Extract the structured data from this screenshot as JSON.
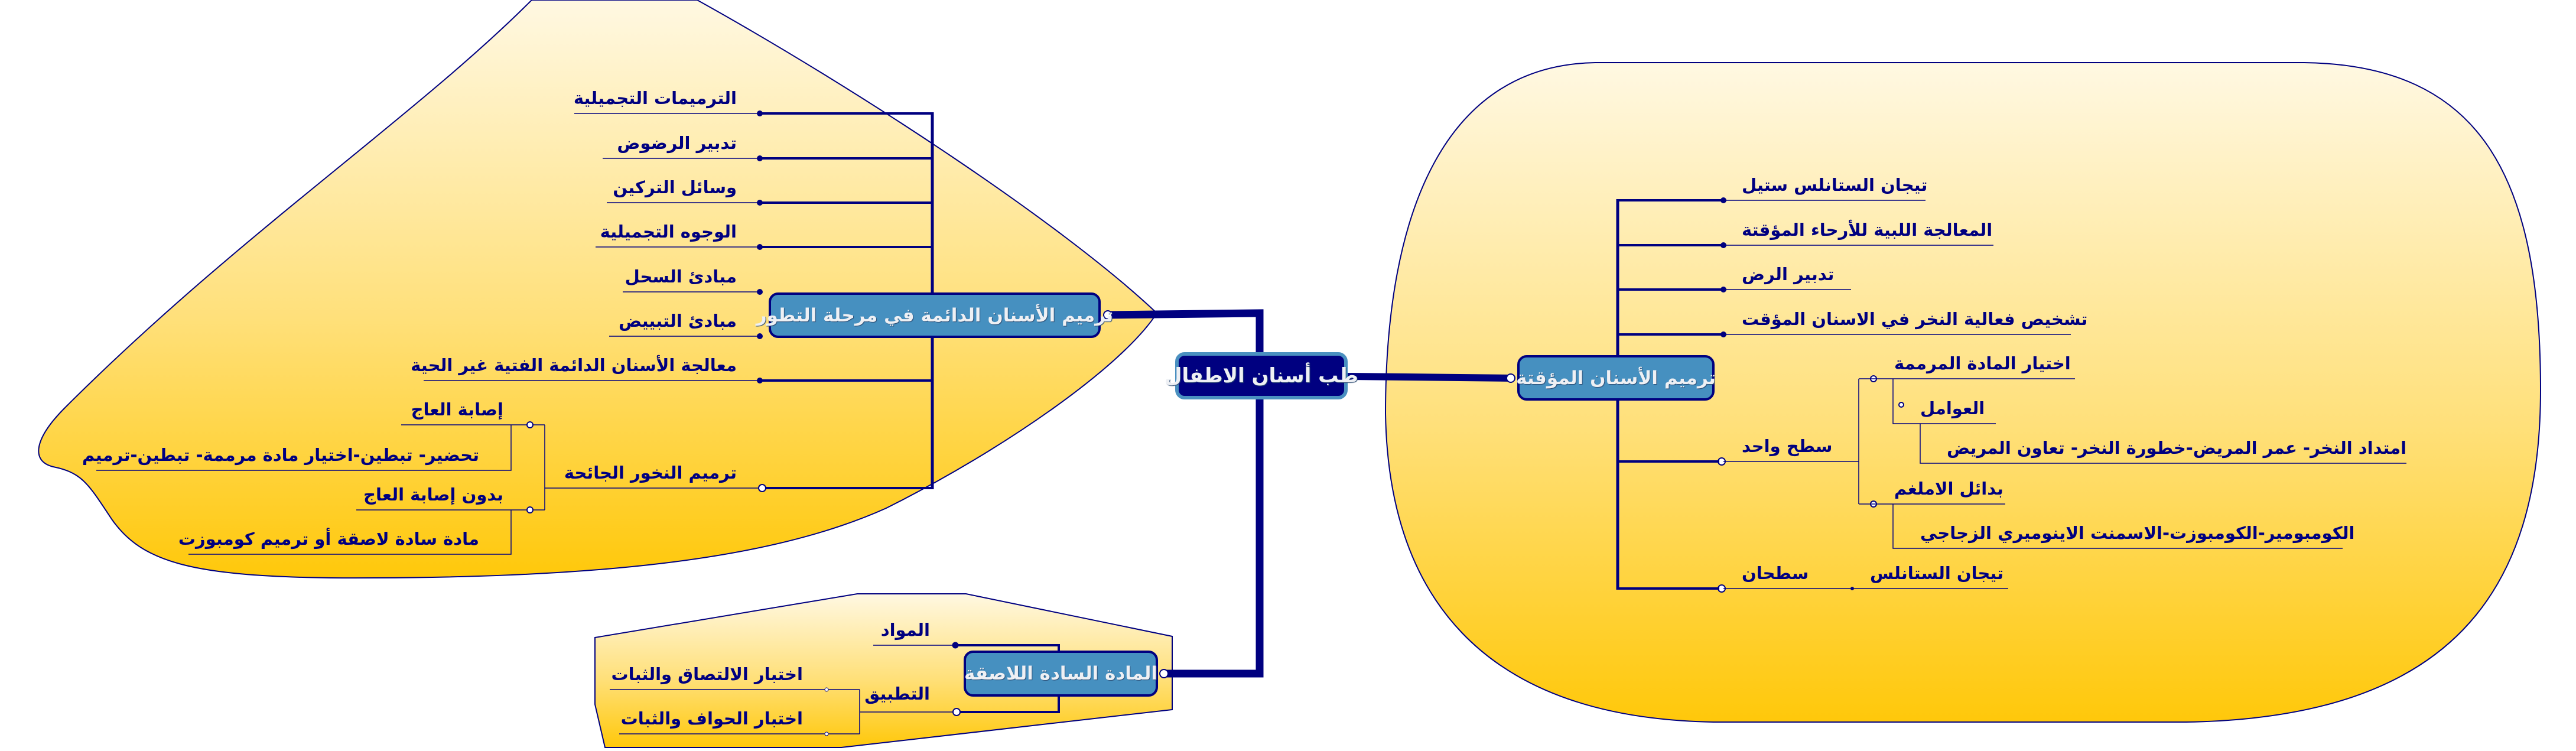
{
  "colors": {
    "line": "#000080",
    "topic_fill": "#4690c0",
    "central_fill": "#000080",
    "region_top": "#fff8e2",
    "region_bottom": "#ffc80a"
  },
  "central": {
    "label": "طب أسنان الاطفال"
  },
  "left_branch": {
    "label": "ترميم الأسنان الدائمة في مرحلة التطور",
    "items": [
      {
        "label": "الترميمات التجميلية"
      },
      {
        "label": "تدبير الرضوض"
      },
      {
        "label": "وسائل التركين"
      },
      {
        "label": "الوجوه التجميلية"
      },
      {
        "label": "مبادئ السحل"
      },
      {
        "label": "مبادئ التبييض"
      },
      {
        "label": "معالجة الأسنان الدائمة الفتية غير الحية"
      },
      {
        "label": "ترميم النخور الجائحة",
        "children": [
          {
            "label": "إصابة العاج",
            "children": [
              {
                "label": "تحضير- تبطين-اختيار مادة مرممة- تبطين-ترميم"
              }
            ]
          },
          {
            "label": "بدون إصابة العاج",
            "children": [
              {
                "label": "مادة سادة لاصقة أو ترميم كومبوزت"
              }
            ]
          }
        ]
      }
    ]
  },
  "right_branch": {
    "label": "ترميم الأسنان المؤقتة",
    "items": [
      {
        "label": "تيجان الستانلس ستيل"
      },
      {
        "label": "المعالجة اللبية للأرحاء المؤقتة"
      },
      {
        "label": "تدبير الرض"
      },
      {
        "label": "تشخيص فعالية النخر في الاسنان المؤقت"
      },
      {
        "label": "سطح واحد",
        "children": [
          {
            "label": "اختيار المادة المرممة",
            "children": [
              {
                "label": "العوامل",
                "children": [
                  {
                    "label": "امتداد النخر- عمر المريض-خطورة النخر- تعاون المريض"
                  }
                ]
              }
            ]
          },
          {
            "label": "بدائل الاملغم",
            "children": [
              {
                "label": "الكومبومير-الكومبوزت-الاسمنت الاينوميري الزجاجي"
              }
            ]
          }
        ]
      },
      {
        "label": "سطحان",
        "children": [
          {
            "label": "تيجان الستانلس"
          }
        ]
      }
    ]
  },
  "bottom_branch": {
    "label": "المادة السادة اللاصقة",
    "items": [
      {
        "label": "المواد"
      },
      {
        "label": "التطبيق",
        "children": [
          {
            "label": "اختبار الالتصاق والثبات"
          },
          {
            "label": "اختبار الحواف والثبات"
          }
        ]
      }
    ]
  }
}
